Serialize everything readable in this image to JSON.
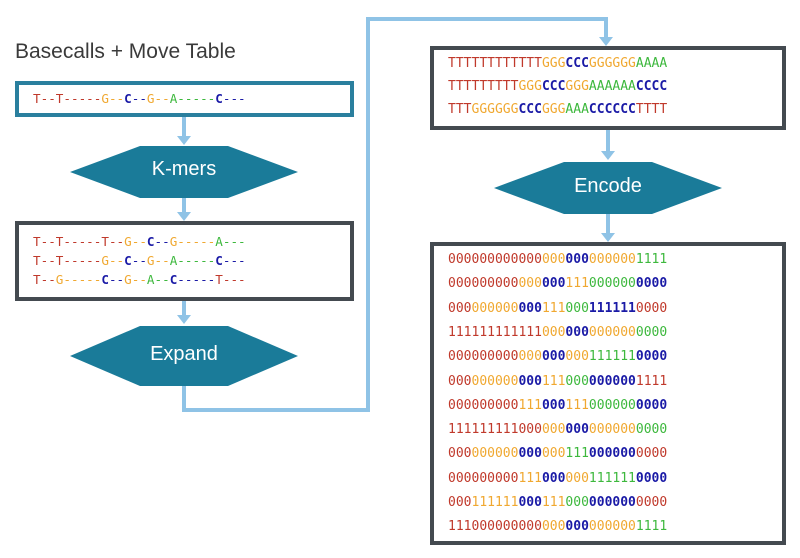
{
  "title": "Basecalls + Move Table",
  "colors": {
    "T": "#c0392b",
    "G": "#f0a830",
    "C": "#1a1aa6",
    "A": "#3db83d",
    "arrow": "#8fc3e6",
    "diamond": "#1a7b99",
    "box_border_dark": "#444a50",
    "box_border_teal": "#2a7f9e"
  },
  "move_table": "T--T-----G--C--G--A-----C---",
  "diamonds": {
    "kmers": "K-mers",
    "expand": "Expand",
    "encode": "Encode"
  },
  "kmer_rows": [
    "T--T-----T--G--C--G-----A---",
    "T--T-----G--C--G--A-----C---",
    "T--G-----C--G--A--C-----T---"
  ],
  "sequences": [
    "TTTTTTTTTTTTGGGCCCGGGGGGAAAA",
    "TTTTTTTTTGGGCCCGGGAAAAAACCCC",
    "TTTGGGGGGCCCGGGAAACCCCCCTTTT"
  ],
  "bit_rows": [
    "0000000000000000000000001111",
    "0000000000000001110000000000",
    "0000000000001110001111110000",
    "1111111111110000000000000000",
    "0000000000000000001111110000",
    "0000000000001110000000001111",
    "0000000001110001110000000000",
    "1111111110000000000000000000",
    "0000000000000001110000000000",
    "0000000001110000001111110000",
    "0001111110001110000000000000",
    "1110000000000000000000001111"
  ],
  "bit_row_colors": [
    [
      "T",
      "T",
      "T",
      "T",
      "T",
      "T",
      "T",
      "T",
      "T",
      "T",
      "T",
      "T",
      "G",
      "G",
      "G",
      "C",
      "C",
      "C",
      "G",
      "G",
      "G",
      "G",
      "G",
      "G",
      "A",
      "A",
      "A",
      "A"
    ],
    [
      "T",
      "T",
      "T",
      "T",
      "T",
      "T",
      "T",
      "T",
      "T",
      "G",
      "G",
      "G",
      "C",
      "C",
      "C",
      "G",
      "G",
      "G",
      "A",
      "A",
      "A",
      "A",
      "A",
      "A",
      "C",
      "C",
      "C",
      "C"
    ],
    [
      "T",
      "T",
      "T",
      "G",
      "G",
      "G",
      "G",
      "G",
      "G",
      "C",
      "C",
      "C",
      "G",
      "G",
      "G",
      "A",
      "A",
      "A",
      "C",
      "C",
      "C",
      "C",
      "C",
      "C",
      "T",
      "T",
      "T",
      "T"
    ],
    [
      "T",
      "T",
      "T",
      "T",
      "T",
      "T",
      "T",
      "T",
      "T",
      "T",
      "T",
      "T",
      "G",
      "G",
      "G",
      "C",
      "C",
      "C",
      "G",
      "G",
      "G",
      "G",
      "G",
      "G",
      "A",
      "A",
      "A",
      "A"
    ],
    [
      "T",
      "T",
      "T",
      "T",
      "T",
      "T",
      "T",
      "T",
      "T",
      "G",
      "G",
      "G",
      "C",
      "C",
      "C",
      "G",
      "G",
      "G",
      "A",
      "A",
      "A",
      "A",
      "A",
      "A",
      "C",
      "C",
      "C",
      "C"
    ],
    [
      "T",
      "T",
      "T",
      "G",
      "G",
      "G",
      "G",
      "G",
      "G",
      "C",
      "C",
      "C",
      "G",
      "G",
      "G",
      "A",
      "A",
      "A",
      "C",
      "C",
      "C",
      "C",
      "C",
      "C",
      "T",
      "T",
      "T",
      "T"
    ],
    [
      "T",
      "T",
      "T",
      "T",
      "T",
      "T",
      "T",
      "T",
      "T",
      "G",
      "G",
      "G",
      "C",
      "C",
      "C",
      "G",
      "G",
      "G",
      "A",
      "A",
      "A",
      "A",
      "A",
      "A",
      "C",
      "C",
      "C",
      "C"
    ],
    [
      "T",
      "T",
      "T",
      "T",
      "T",
      "T",
      "T",
      "T",
      "T",
      "T",
      "T",
      "T",
      "G",
      "G",
      "G",
      "C",
      "C",
      "C",
      "G",
      "G",
      "G",
      "G",
      "G",
      "G",
      "A",
      "A",
      "A",
      "A"
    ],
    [
      "T",
      "T",
      "T",
      "G",
      "G",
      "G",
      "G",
      "G",
      "G",
      "C",
      "C",
      "C",
      "G",
      "G",
      "G",
      "A",
      "A",
      "A",
      "C",
      "C",
      "C",
      "C",
      "C",
      "C",
      "T",
      "T",
      "T",
      "T"
    ],
    [
      "T",
      "T",
      "T",
      "T",
      "T",
      "T",
      "T",
      "T",
      "T",
      "G",
      "G",
      "G",
      "C",
      "C",
      "C",
      "G",
      "G",
      "G",
      "A",
      "A",
      "A",
      "A",
      "A",
      "A",
      "C",
      "C",
      "C",
      "C"
    ],
    [
      "T",
      "T",
      "T",
      "G",
      "G",
      "G",
      "G",
      "G",
      "G",
      "C",
      "C",
      "C",
      "G",
      "G",
      "G",
      "A",
      "A",
      "A",
      "C",
      "C",
      "C",
      "C",
      "C",
      "C",
      "T",
      "T",
      "T",
      "T"
    ],
    [
      "T",
      "T",
      "T",
      "T",
      "T",
      "T",
      "T",
      "T",
      "T",
      "T",
      "T",
      "T",
      "G",
      "G",
      "G",
      "C",
      "C",
      "C",
      "G",
      "G",
      "G",
      "G",
      "G",
      "G",
      "A",
      "A",
      "A",
      "A"
    ]
  ]
}
